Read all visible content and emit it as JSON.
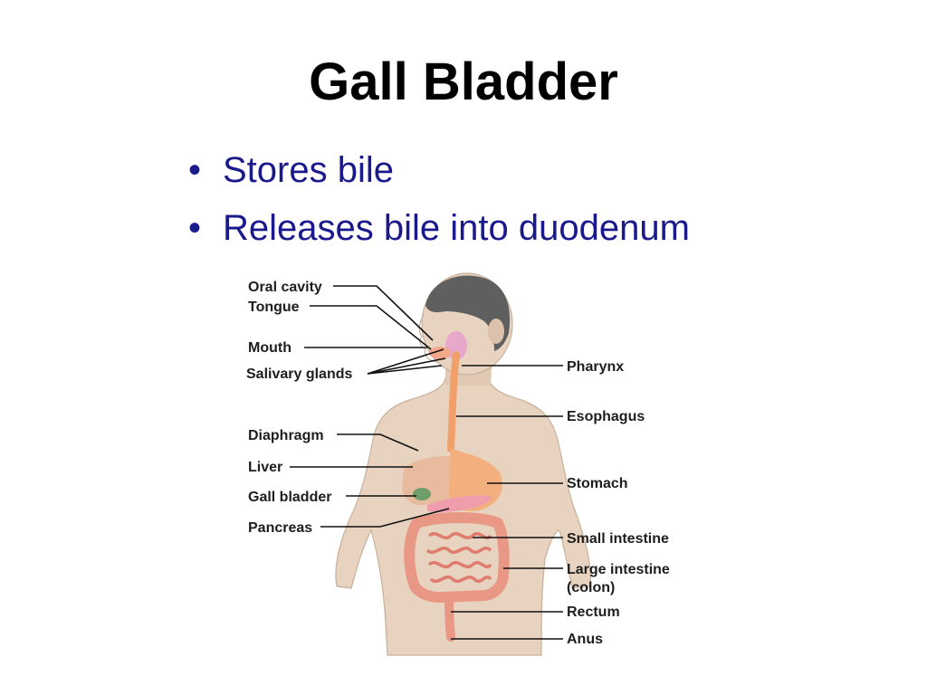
{
  "slide": {
    "title": "Gall Bladder",
    "bullets": [
      "Stores bile",
      "Releases bile into duodenum"
    ]
  },
  "diagram": {
    "labels_left": {
      "oral_cavity": "Oral cavity",
      "tongue": "Tongue",
      "mouth": "Mouth",
      "salivary_glands": "Salivary glands",
      "diaphragm": "Diaphragm",
      "liver": "Liver",
      "gall_bladder": "Gall bladder",
      "pancreas": "Pancreas"
    },
    "labels_right": {
      "pharynx": "Pharynx",
      "esophagus": "Esophagus",
      "stomach": "Stomach",
      "small_intestine": "Small intestine",
      "large_intestine_1": "Large intestine",
      "large_intestine_2": "(colon)",
      "rectum": "Rectum",
      "anus": "Anus"
    },
    "colors": {
      "skin": "#e7d3c0",
      "hair": "#5f5f5f",
      "esophagus": "#f1a06a",
      "liver": "#e8b89a",
      "stomach": "#f3b07e",
      "gall_bladder": "#6f9e6a",
      "pancreas": "#ef9cac",
      "intestine": "#e89884",
      "salivary": "#e7a8cc"
    }
  }
}
